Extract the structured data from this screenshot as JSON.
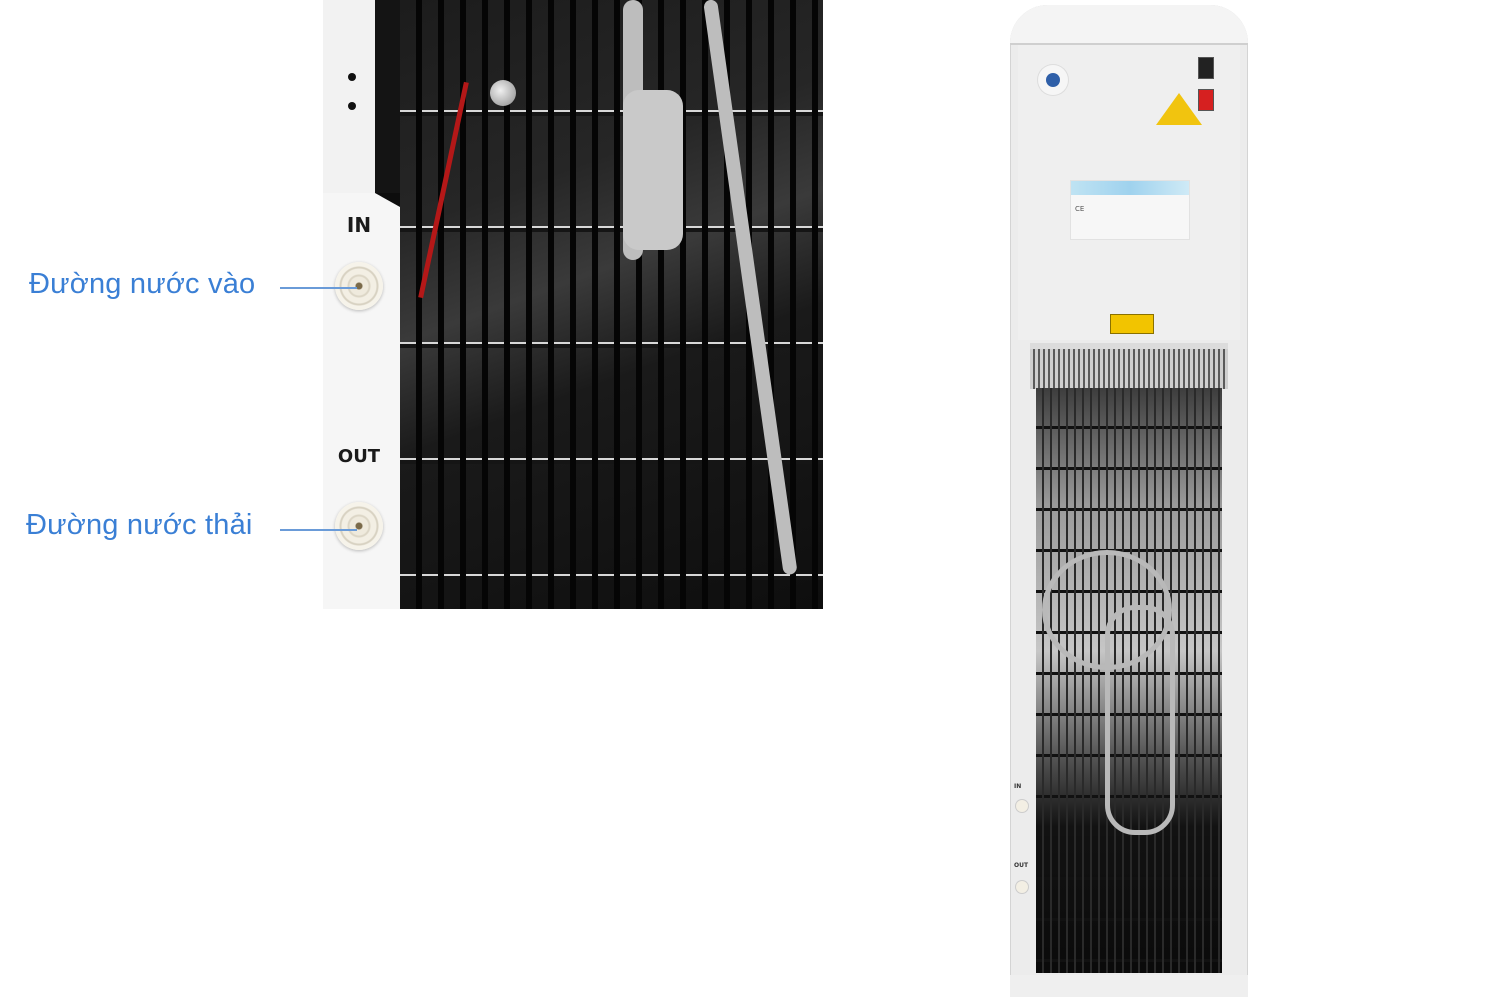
{
  "scene": {
    "description": "Water dispenser rear view with close-up of water inlet/outlet ports",
    "background": "#ffffff",
    "accent_color": "#3a7fd5"
  },
  "closeup": {
    "port_in_label": "IN",
    "port_out_label": "OUT"
  },
  "callouts": [
    {
      "label": "Đường nước vào",
      "target": "IN"
    },
    {
      "label": "Đường nước thải",
      "target": "OUT"
    }
  ],
  "product": {
    "side_port_in_label": "IN",
    "side_port_out_label": "OUT",
    "nameplate_mark": "CE"
  }
}
